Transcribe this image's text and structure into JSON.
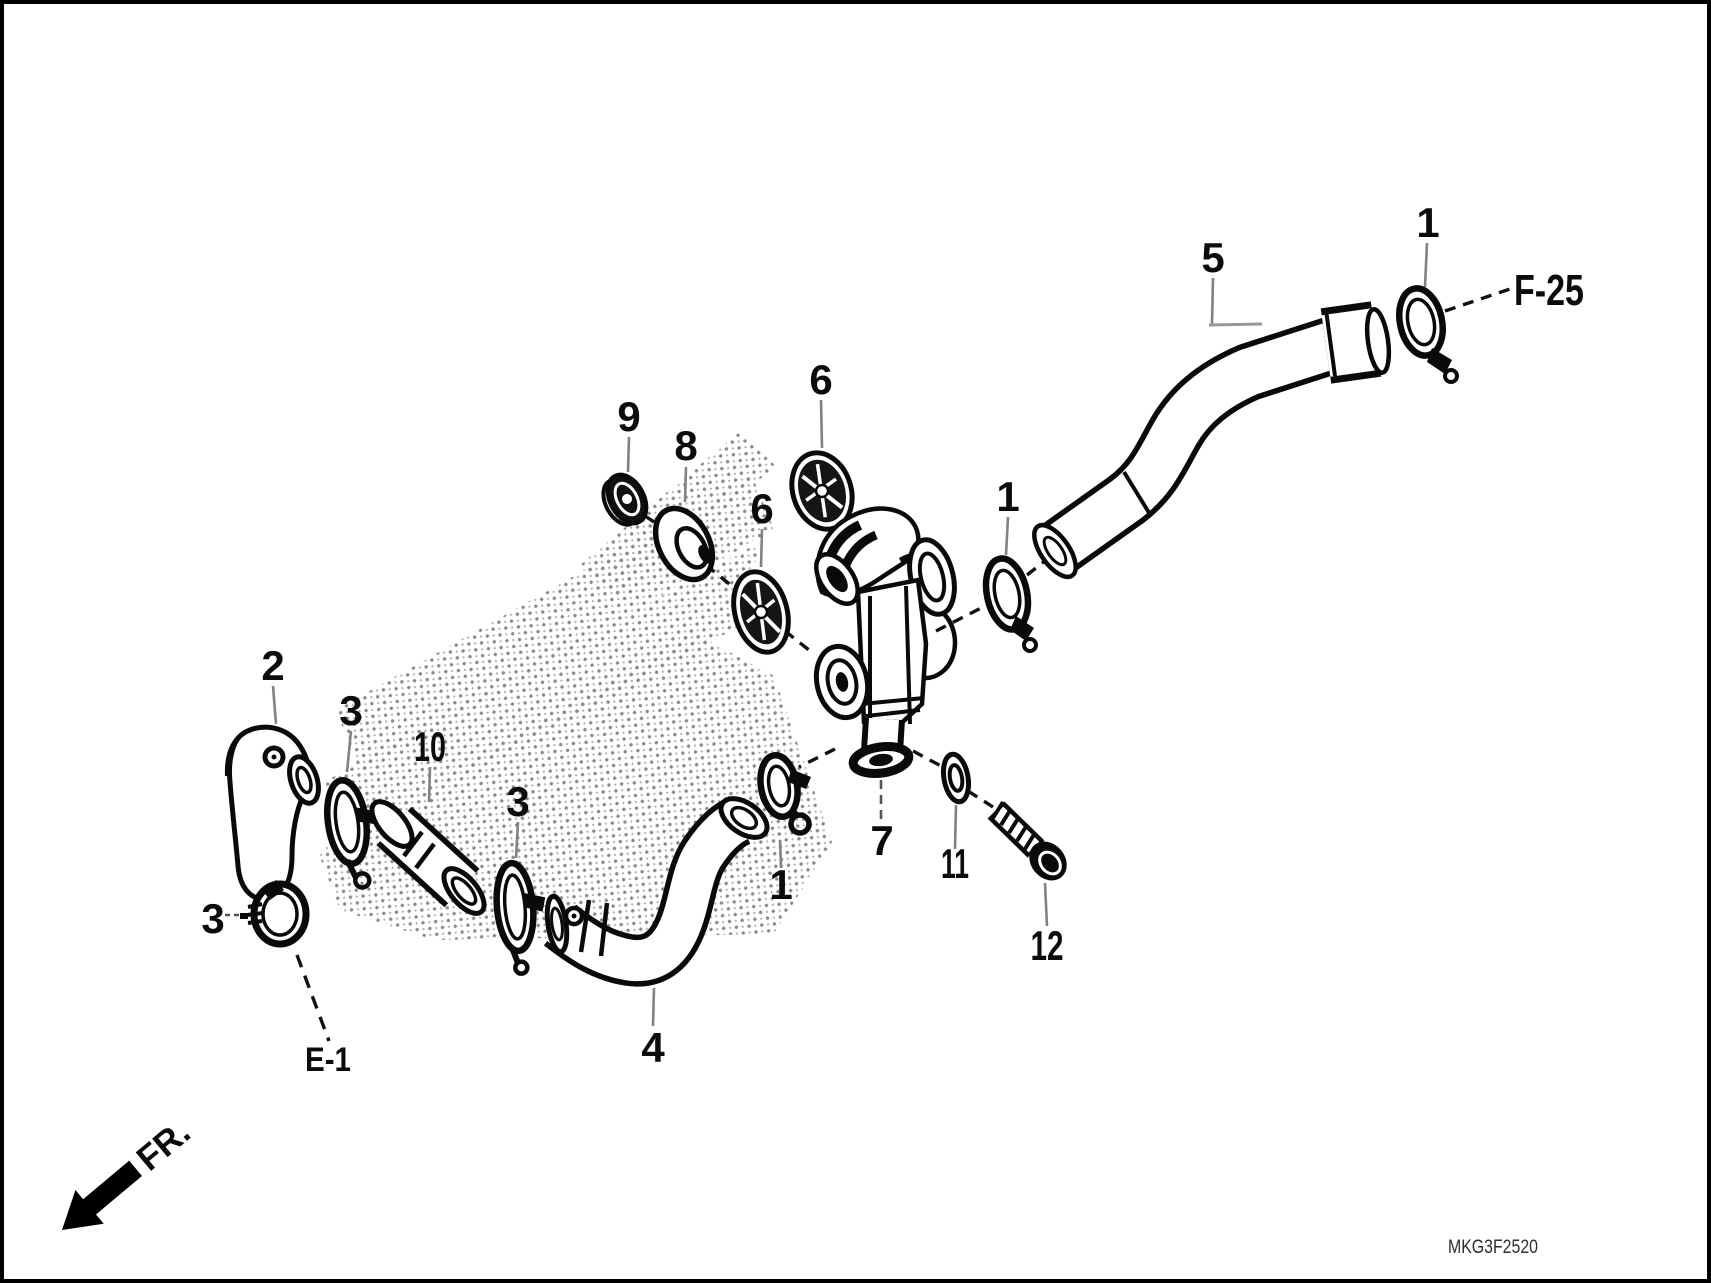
{
  "page": {
    "background": "#ffffff",
    "colors": {
      "ink": "#0c0c0c",
      "leader_gray": "#828282",
      "halftone_dot": "#6e6e6e"
    }
  },
  "diagram": {
    "type": "exploded-parts-diagram",
    "part_code": "MKG3F2520",
    "direction_label": "FR.",
    "reference_labels": {
      "f25": "F-25",
      "e1": "E-1"
    },
    "callout_numbers": {
      "n1": "1",
      "n2": "2",
      "n3": "3",
      "n4": "4",
      "n5": "5",
      "n6": "6",
      "n7": "7",
      "n8": "8",
      "n9": "9",
      "n10": "10",
      "n11": "11",
      "n12": "12"
    }
  }
}
